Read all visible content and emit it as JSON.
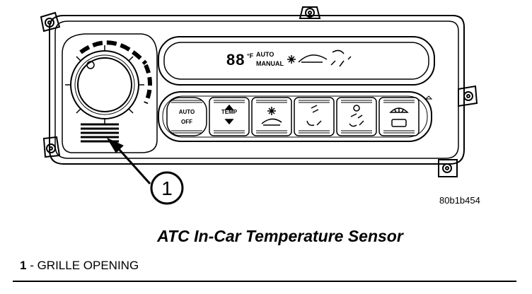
{
  "figure": {
    "display": {
      "digits": "88",
      "digit_suffix": "°F",
      "line1": "AUTO",
      "line2": "MANUAL"
    },
    "buttons": [
      {
        "line1": "AUTO",
        "line2": "OFF"
      },
      {
        "line1": "TEMP",
        "line2": ""
      },
      {
        "icon": "fan-recirc-icon"
      },
      {
        "icon": "panel-vent-icon"
      },
      {
        "icon": "bi-level-icon"
      },
      {
        "icon": "defrost-icon"
      }
    ],
    "callout_number": "1",
    "figure_id": "80b1b454"
  },
  "caption": "ATC In-Car Temperature Sensor",
  "legend": {
    "number": "1",
    "separator": " - ",
    "label": "GRILLE OPENING"
  }
}
